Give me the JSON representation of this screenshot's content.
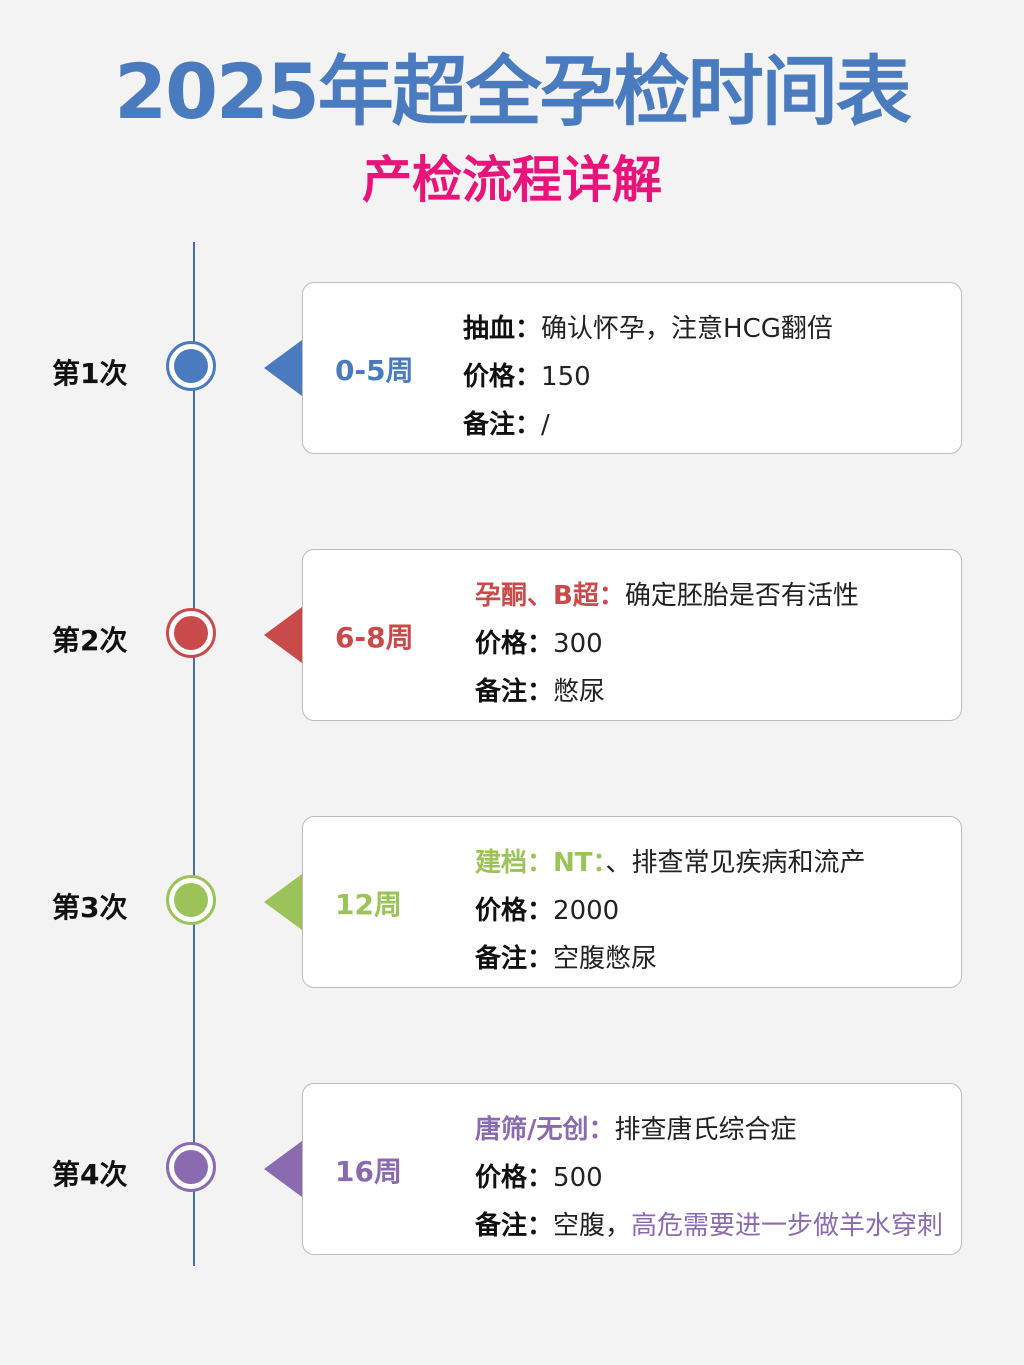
{
  "title": "2025年超全孕检时间表",
  "subtitle": "产检流程详解",
  "colors": [
    "#4a7bbf",
    "#c94a4a",
    "#9bc35a",
    "#8a6bb0"
  ],
  "visits": [
    {
      "label": "第1次",
      "weeks": "0-5周",
      "item": "抽血",
      "item_desc": "确认怀孕，注意HCG翻倍",
      "price_label": "价格",
      "price": "150",
      "note_label": "备注",
      "note": "/",
      "note_extra": ""
    },
    {
      "label": "第2次",
      "weeks": "6-8周",
      "item": "孕酮、B超",
      "item_desc": "确定胚胎是否有活性",
      "price_label": "价格",
      "price": "300",
      "note_label": "备注",
      "note": "憋尿",
      "note_extra": ""
    },
    {
      "label": "第3次",
      "weeks": "12周",
      "item": "建档：NT",
      "item_desc": "、排查常见疾病和流产",
      "price_label": "价格",
      "price": "2000",
      "note_label": "备注",
      "note": "空腹憋尿",
      "note_extra": ""
    },
    {
      "label": "第4次",
      "weeks": "16周",
      "item": "唐筛/无创",
      "item_desc": "排查唐氏综合症",
      "price_label": "价格",
      "price": "500",
      "note_label": "备注",
      "note": "空腹，",
      "note_extra": "高危需要进一步做羊水穿刺"
    }
  ]
}
